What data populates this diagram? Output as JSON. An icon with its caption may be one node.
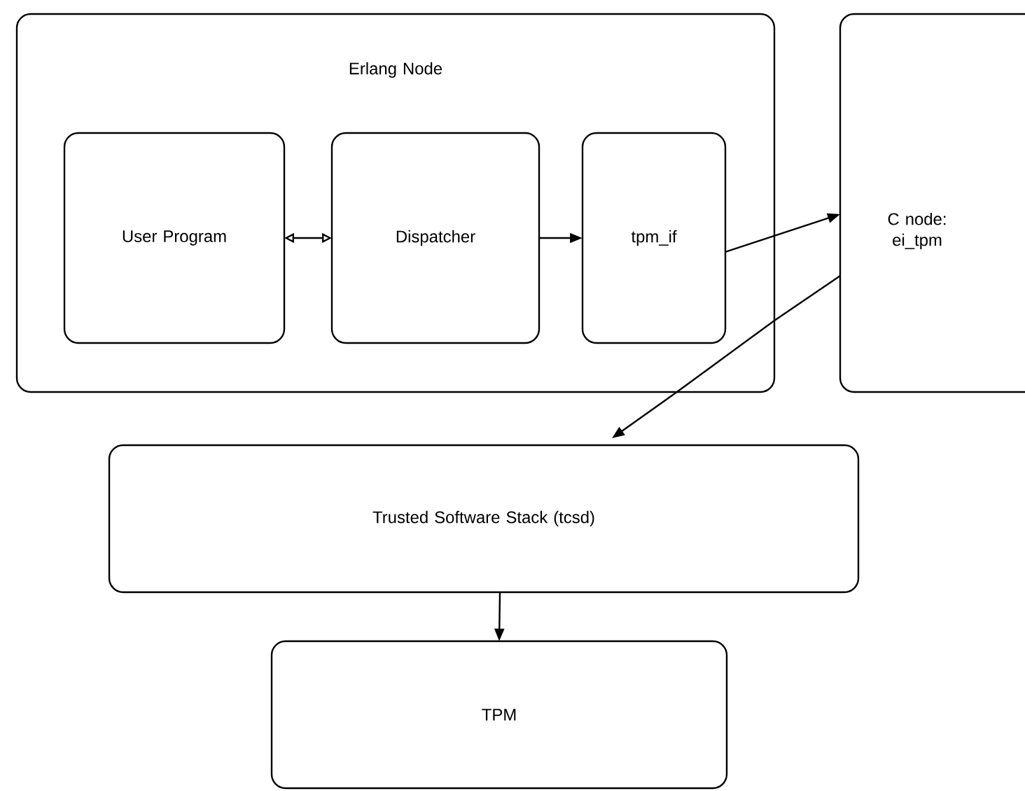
{
  "diagram": {
    "nodes": [
      {
        "text": [
          "Erlang Node"
        ]
      },
      {
        "text": [
          "User Program"
        ],
        "in": 0
      },
      {
        "text": [
          "Dispatcher"
        ],
        "in": 0
      },
      {
        "text": [
          "tpm_if"
        ],
        "in": 0
      },
      {
        "text": [
          "C node: ei_tpm"
        ]
      },
      {
        "text": [
          "Trusted Software Stack (tcsd)"
        ]
      },
      {
        "text": [
          "TPM"
        ]
      }
    ],
    "edges": [
      {
        "from": 1,
        "to": 2,
        "arrow": "both"
      },
      {
        "from": 2,
        "to": 3,
        "arrow": "to"
      },
      {
        "from": 3,
        "to": 4,
        "arrow": "to"
      },
      {
        "from": 4,
        "to": 5,
        "arrow": "to"
      },
      {
        "from": 5,
        "to": 6,
        "arrow": "to"
      }
    ]
  }
}
